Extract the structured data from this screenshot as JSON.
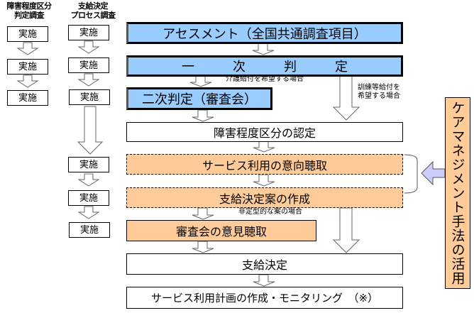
{
  "columns": {
    "left_header": [
      "障害程度区分",
      "判定調査"
    ],
    "middle_header": [
      "支給決定",
      "プロセス調査"
    ],
    "done_label": "実施"
  },
  "flow": {
    "assessment": "アセスメント（全国共通調査項目）",
    "primary": "一　　　次　　　判　　　定",
    "secondary": "二次判定（審査会）",
    "certification": "障害程度区分の認定",
    "intent_hearing": "サービス利用の意向聴取",
    "draft": "支給決定案の作成",
    "council_opinion": "審査会の意見聴取",
    "decision": "支給決定",
    "plan": "サービス利用計画の作成・モニタリング　（※）"
  },
  "notes": {
    "care_benefit": "介護給付を希望する場合",
    "training_benefit": [
      "訓練等給付を",
      "希望する場合"
    ],
    "non_standard": "非定型的な案の場合"
  },
  "side_label": "ケアマネジメント手法の活用",
  "colors": {
    "blue_box": "#99ccff",
    "orange_box": "#ffcc99",
    "side_arrow": "#ccccff"
  }
}
